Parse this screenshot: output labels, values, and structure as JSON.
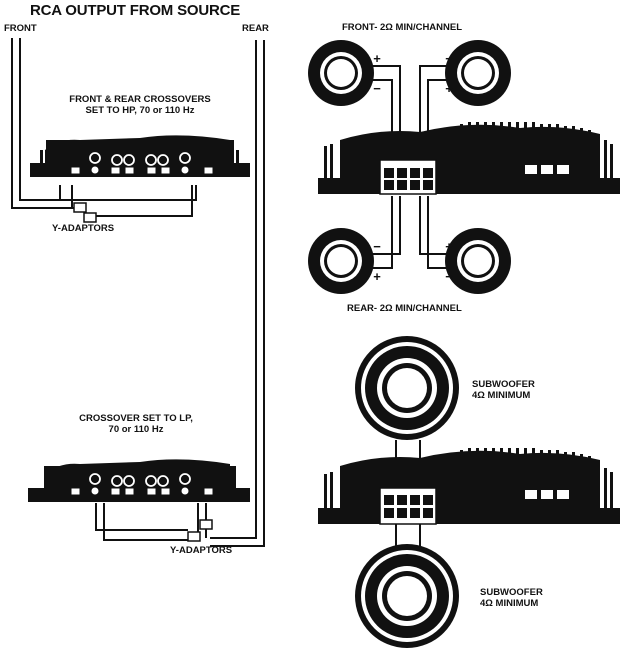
{
  "title": "RCA OUTPUT FROM SOURCE",
  "labels": {
    "front": "FRONT",
    "rear": "REAR",
    "front_rear_xover_line1": "FRONT & REAR CROSSOVERS",
    "front_rear_xover_line2": "SET TO HP, 70 or 110 Hz",
    "y_adaptors_top": "Y-ADAPTORS",
    "xover_lp_line1": "CROSSOVER SET TO LP,",
    "xover_lp_line2": "70 or 110 Hz",
    "y_adaptors_bottom": "Y-ADAPTORS",
    "front_channel": "FRONT- 2Ω MIN/CHANNEL",
    "rear_channel": "REAR- 2Ω MIN/CHANNEL",
    "sub_top_line1": "SUBWOOFER",
    "sub_top_line2": "4Ω MINIMUM",
    "sub_bottom_line1": "SUBWOOFER",
    "sub_bottom_line2": "4Ω MINIMUM"
  },
  "polarity": {
    "plus": "+",
    "minus": "−"
  },
  "colors": {
    "ink": "#111111",
    "paper": "#ffffff"
  }
}
